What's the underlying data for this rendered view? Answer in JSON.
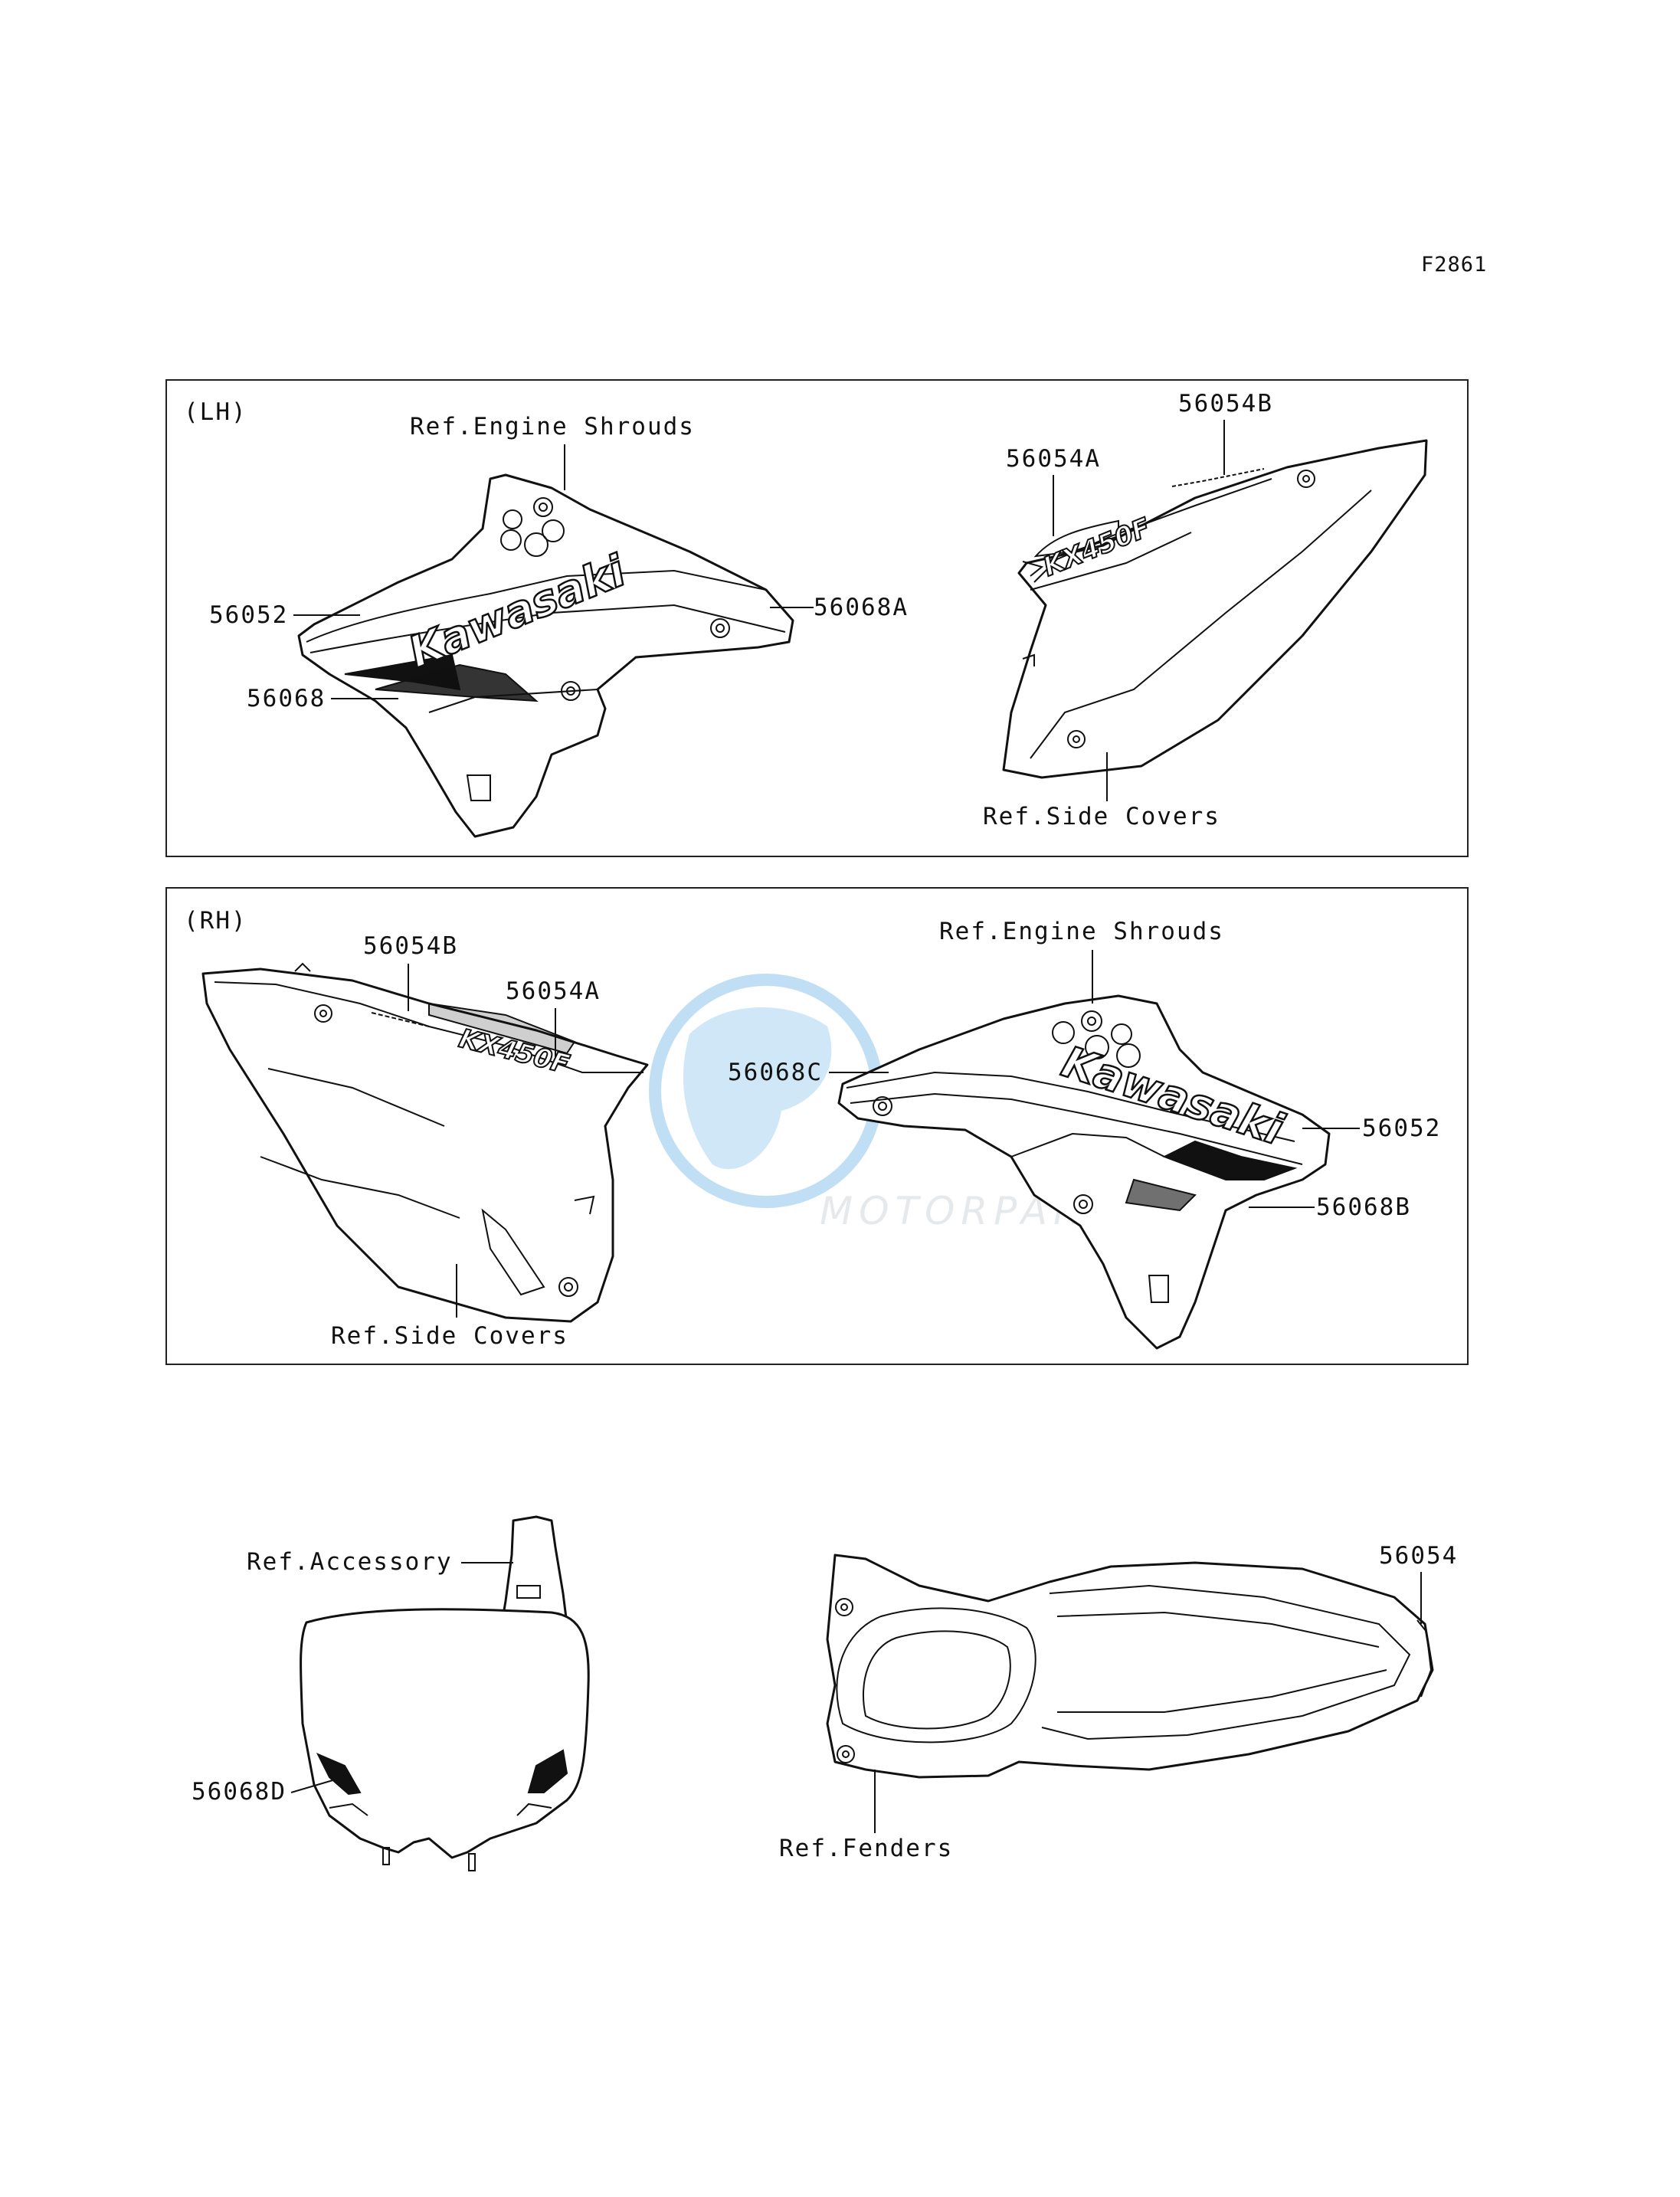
{
  "figure_code": "F2861",
  "lh_panel": {
    "side_label": "(LH)",
    "ref_engine_shrouds": "Ref.Engine Shrouds",
    "ref_side_covers": "Ref.Side Covers",
    "part_56054B": "56054B",
    "part_56054A": "56054A",
    "part_56052": "56052",
    "part_56068A": "56068A",
    "part_56068": "56068"
  },
  "rh_panel": {
    "side_label": "(RH)",
    "part_56054B": "56054B",
    "part_56054A": "56054A",
    "ref_engine_shrouds": "Ref.Engine Shrouds",
    "part_56068C": "56068C",
    "part_56052": "56052",
    "part_56068B": "56068B",
    "ref_side_covers": "Ref.Side Covers"
  },
  "number_plate": {
    "ref_accessory": "Ref.Accessory",
    "part_56068D": "56068D"
  },
  "rear_fender": {
    "part_56054": "56054",
    "ref_fenders": "Ref.Fenders"
  },
  "decal_text": {
    "kawasaki_logo": "Kawasaki"
  },
  "watermark": {
    "text": "MOTORPARTS"
  }
}
